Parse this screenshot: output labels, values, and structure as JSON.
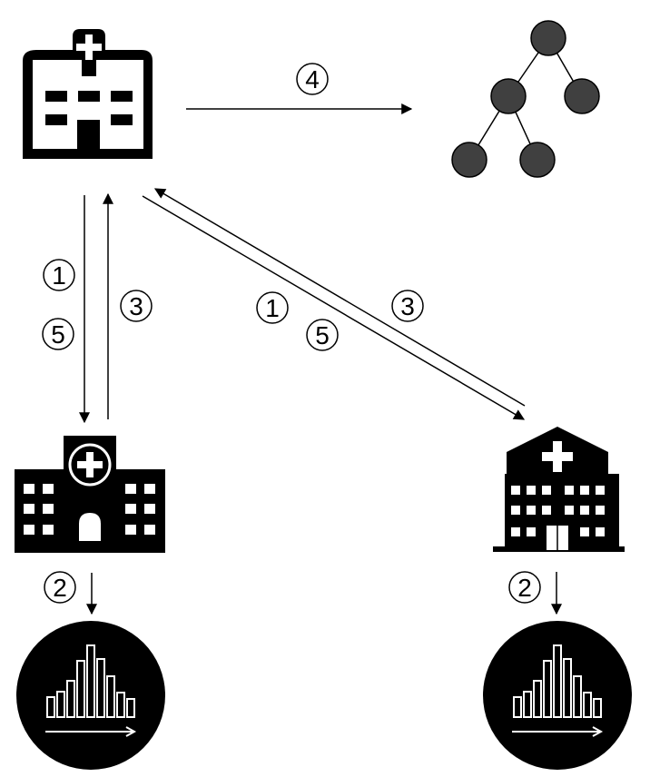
{
  "nodes": {
    "central_server": {
      "icon": "hospital-outline-icon"
    },
    "local_hospital_left": {
      "icon": "hospital-icon"
    },
    "local_hospital_right": {
      "icon": "hospital-icon"
    },
    "global_model": {
      "icon": "decision-tree-icon"
    },
    "histogram_left": {
      "icon": "histogram-icon"
    },
    "histogram_right": {
      "icon": "histogram-icon"
    }
  },
  "steps": {
    "one": "1",
    "two": "2",
    "three": "3",
    "four": "4",
    "five": "5"
  },
  "colors": {
    "icon": "#000000",
    "tree_node": "#404040",
    "line": "#000000",
    "background": "#ffffff"
  }
}
